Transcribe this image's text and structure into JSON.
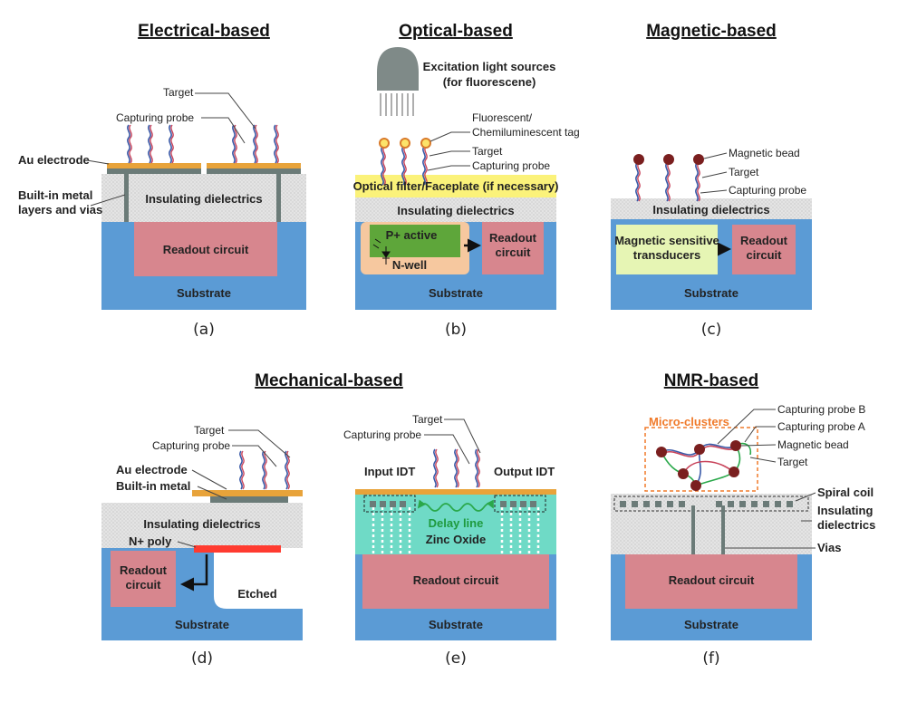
{
  "headings": {
    "electrical": "Electrical-based",
    "optical": "Optical-based",
    "magnetic": "Magnetic-based",
    "mechanical": "Mechanical-based",
    "nmr": "NMR-based"
  },
  "captions": [
    "(a)",
    "(b)",
    "(c)",
    "(d)",
    "(e)",
    "(f)"
  ],
  "panel_a": {
    "target": "Target",
    "probe": "Capturing probe",
    "electrode": "Au electrode",
    "metal_1": "Built-in metal",
    "metal_2": "layers and vias",
    "dielectric": "Insulating dielectrics",
    "readout": "Readout circuit",
    "substrate": "Substrate"
  },
  "panel_b": {
    "light_1": "Excitation light sources",
    "light_2": "(for fluorescene)",
    "tag_1": "Fluorescent/",
    "tag_2": "Chemiluminescent tag",
    "target": "Target",
    "probe": "Capturing probe",
    "filter": "Optical filter/Faceplate (if necessary)",
    "dielectric": "Insulating dielectrics",
    "p_active": "P+ active",
    "n_well": "N-well",
    "readout_1": "Readout",
    "readout_2": "circuit",
    "substrate": "Substrate"
  },
  "panel_c": {
    "bead": "Magnetic bead",
    "target": "Target",
    "probe": "Capturing probe",
    "dielectric": "Insulating dielectrics",
    "transducer_1": "Magnetic sensitive",
    "transducer_2": "transducers",
    "readout_1": "Readout",
    "readout_2": "circuit",
    "substrate": "Substrate"
  },
  "panel_d": {
    "target": "Target",
    "probe": "Capturing probe",
    "electrode": "Au electrode",
    "metal": "Built-in metal",
    "dielectric": "Insulating dielectrics",
    "poly": "N+ poly",
    "readout_1": "Readout",
    "readout_2": "circuit",
    "etched": "Etched",
    "substrate": "Substrate"
  },
  "panel_e": {
    "target": "Target",
    "probe": "Capturing probe",
    "input_idt": "Input IDT",
    "output_idt": "Output IDT",
    "delay": "Delay line",
    "zno": "Zinc Oxide",
    "readout": "Readout circuit",
    "substrate": "Substrate"
  },
  "panel_f": {
    "probe_b": "Capturing probe B",
    "probe_a": "Capturing probe A",
    "bead": "Magnetic bead",
    "target": "Target",
    "clusters": "Micro-clusters",
    "coil": "Spiral coil",
    "dielectric_1": "Insulating",
    "dielectric_2": "dielectrics",
    "vias": "Vias",
    "readout": "Readout circuit",
    "substrate": "Substrate"
  },
  "colors": {
    "substrate": "#5b9bd5",
    "readout": "#d7868e",
    "dielectric": "#e6e6e6",
    "electrode": "#e8a33a",
    "metal": "#6b7b78",
    "filter": "#fbf27a",
    "n_well": "#f6c89f",
    "p_active": "#5ea63a",
    "transducer": "#e6f5b4",
    "zno": "#6fdac6",
    "poly": "#ff3b30",
    "cluster_box": "#f07a2a",
    "bead": "#7a1f1f",
    "delay": "#2aa84a"
  }
}
